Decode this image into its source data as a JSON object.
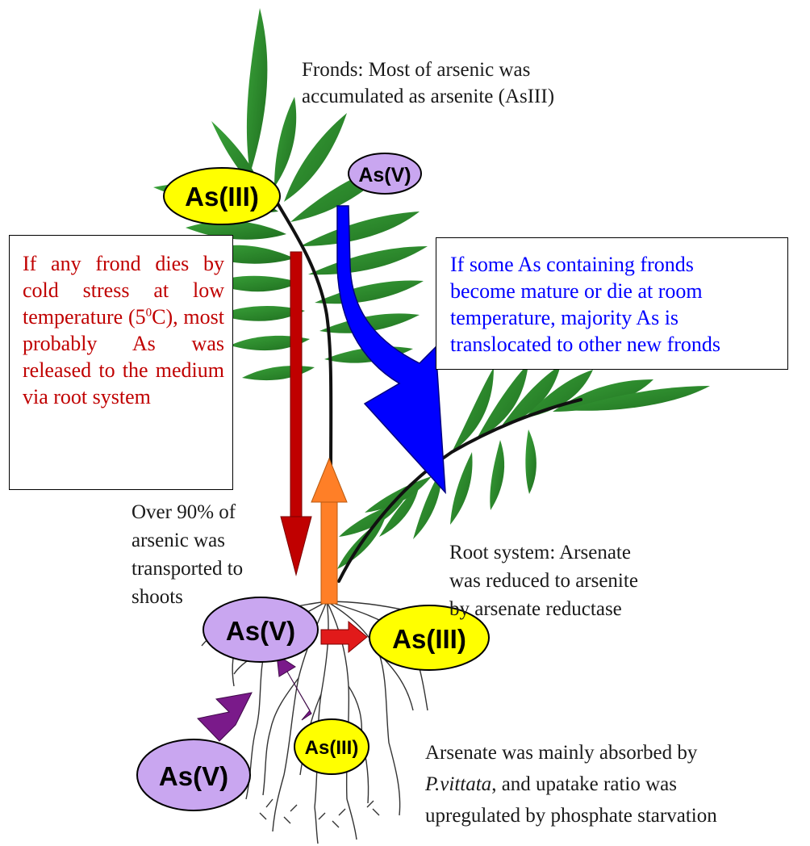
{
  "species_labels": {
    "top_left_as3": "As(III)",
    "top_as5": "As(V)",
    "root_as5": "As(V)",
    "root_as3": "As(III)",
    "bottom_as5": "As(V)",
    "bottom_as3": "As(III)"
  },
  "annotations": {
    "fronds_line1": "Fronds: Most of arsenic was",
    "fronds_line2": "accumulated as arsenite (AsIII)",
    "transport_line1": "Over 90% of",
    "transport_line2": "arsenic was",
    "transport_line3": "transported to",
    "transport_line4": "shoots",
    "root_line1": "Root system: Arsenate",
    "root_line2": "was reduced to arsenite",
    "root_line3": "by arsenate reductase",
    "uptake_line1": "Arsenate was mainly absorbed by",
    "uptake_species": "P.vittata",
    "uptake_line2_rest": ", and upatake ratio was",
    "uptake_line3": "upregulated by phosphate starvation"
  },
  "red_box": {
    "text_before_sup": "If any frond dies by cold stress at low temperature (5",
    "superscript": "0",
    "text_after_sup": "C), most probably As was released to the medium via root system"
  },
  "blue_box": {
    "line1": "If some As containing fronds",
    "line2": "become mature or die at room",
    "line3": "temperature, majority As is",
    "line4": "translocated to other new fronds"
  },
  "colors": {
    "frond_green": "#2e8b2e",
    "as3_fill": "#ffff00",
    "as5_fill": "#c9a6f0",
    "red_arrow": "#c00000",
    "orange_arrow": "#ff7f27",
    "blue_arrow": "#0000ff",
    "purple_arrow": "#7a1a8a",
    "red_text": "#c00000",
    "blue_text": "#0000ff"
  }
}
